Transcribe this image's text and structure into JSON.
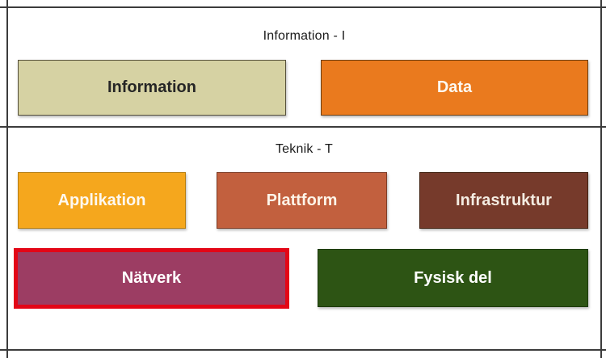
{
  "frame": {
    "line_color": "#3c3c3c"
  },
  "sections": [
    {
      "title": "Information - I",
      "boxes": [
        {
          "label": "Information",
          "fill": "#d6d2a3",
          "border": "#55503a",
          "text_color": "#262626"
        },
        {
          "label": "Data",
          "fill": "#ea7a1e",
          "border": "#6b3f14",
          "text_color": "#fdf8f0"
        }
      ]
    },
    {
      "title": "Teknik - T",
      "boxes": [
        {
          "label": "Applikation",
          "fill": "#f5a71d",
          "border": "#b77f13",
          "text_color": "#fdf8f0"
        },
        {
          "label": "Plattform",
          "fill": "#c2603e",
          "border": "#7e3d27",
          "text_color": "#fdf4e8"
        },
        {
          "label": "Infrastruktur",
          "fill": "#763a2b",
          "border": "#41200f",
          "text_color": "#f4ece2"
        },
        {
          "label": "Nätverk",
          "fill": "#9c3d63",
          "border": "#e30617",
          "text_color": "#ffffff",
          "highlighted": true
        },
        {
          "label": "Fysisk del",
          "fill": "#2d5414",
          "border": "#1c3a0b",
          "text_color": "#ffffff"
        }
      ]
    }
  ]
}
